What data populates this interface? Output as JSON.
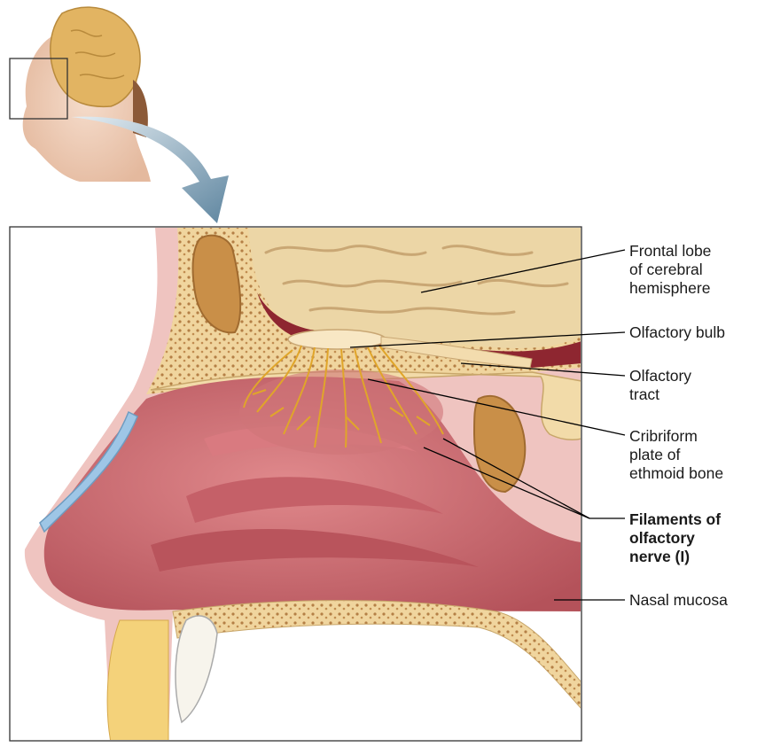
{
  "diagram": {
    "labels": [
      {
        "id": "frontal-lobe",
        "text": "Frontal lobe\nof cerebral\nhemisphere",
        "bold": false
      },
      {
        "id": "olfactory-bulb",
        "text": "Olfactory bulb",
        "bold": false
      },
      {
        "id": "olfactory-tract",
        "text": "Olfactory\ntract",
        "bold": false
      },
      {
        "id": "cribriform-plate",
        "text": "Cribriform\nplate of\nethmoid bone",
        "bold": false
      },
      {
        "id": "olfactory-filaments",
        "text": "Filaments of\nolfactory\nnerve (I)",
        "bold": true
      },
      {
        "id": "nasal-mucosa",
        "text": "Nasal mucosa",
        "bold": false
      }
    ]
  },
  "colors": {
    "brain": "#ecd6a6",
    "brain_shadow": "#c9a774",
    "mucosa": "#c8646a",
    "mucosa_dark": "#a8444c",
    "skin": "#efc4c0",
    "bone": "#f2dba9",
    "marrow": "#c69a5c",
    "nerve": "#e0a52a",
    "cartilage": "#9ec6e6",
    "arrow": "#7f9fb4",
    "leader": "#000000"
  }
}
